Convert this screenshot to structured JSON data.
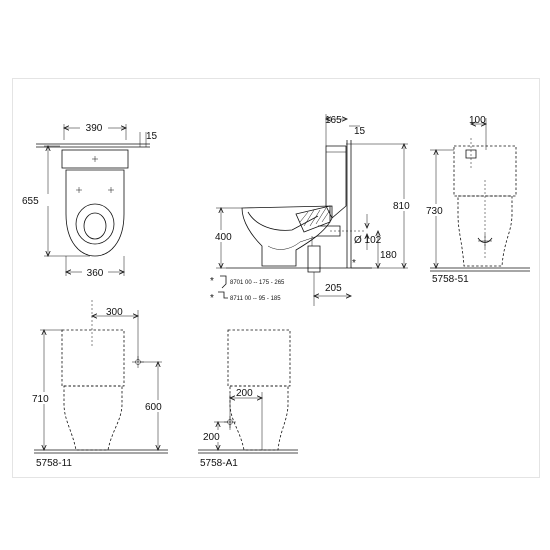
{
  "top_view": {
    "width": "390",
    "depth": "655",
    "base_width": "360",
    "gap": "15"
  },
  "side_view": {
    "top_offset": "165",
    "wall_gap": "15",
    "height": "810",
    "seat_height": "400",
    "pipe_diameter": "Ø 102",
    "outlet_height": "180",
    "outlet_distance": "205",
    "connector_1": "8701 00 -- 175 - 265",
    "connector_2": "8711 00 -- 95 - 185",
    "star_1": "*",
    "star_2": "*",
    "star_3": "*"
  },
  "view_5758_51": {
    "code": "5758-51",
    "top": "100",
    "height": "730"
  },
  "view_5758_11": {
    "code": "5758-11",
    "offset": "300",
    "height": "710",
    "inlet": "600"
  },
  "view_5758_A1": {
    "code": "5758-A1",
    "offset": "200",
    "inlet": "200"
  }
}
